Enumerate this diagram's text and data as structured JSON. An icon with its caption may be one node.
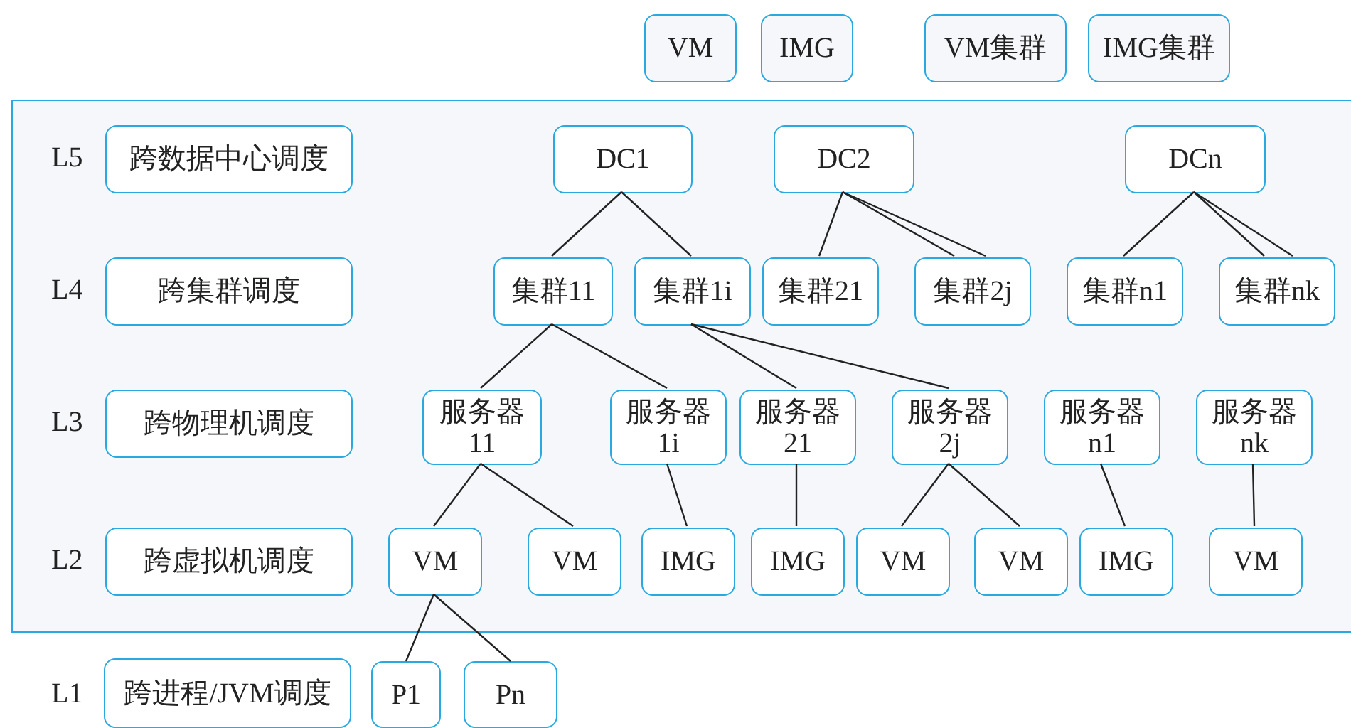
{
  "diagram": {
    "nodes": [
      {
        "text": [
          "VM"
        ]
      },
      {
        "text": [
          "IMG"
        ]
      },
      {
        "text": [
          "VM集群"
        ]
      },
      {
        "text": [
          "IMG集群"
        ]
      },
      {
        "text": [],
        "shape": "box"
      },
      {
        "text": [
          "跨数据中心调度"
        ],
        "in": 4,
        "beside": [
          "L5"
        ]
      },
      {
        "text": [
          "DC1"
        ],
        "in": 4
      },
      {
        "text": [
          "DC2"
        ],
        "in": 4
      },
      {
        "text": [
          "DCn"
        ],
        "in": 4
      },
      {
        "text": [
          "跨集群调度"
        ],
        "in": 4,
        "beside": [
          "L4"
        ]
      },
      {
        "text": [
          "集群11"
        ],
        "in": 4
      },
      {
        "text": [
          "集群1i"
        ],
        "in": 4
      },
      {
        "text": [
          "集群21"
        ],
        "in": 4
      },
      {
        "text": [
          "集群2j"
        ],
        "in": 4
      },
      {
        "text": [
          "集群n1"
        ],
        "in": 4
      },
      {
        "text": [
          "集群nk"
        ],
        "in": 4
      },
      {
        "text": [
          "跨物理机调度"
        ],
        "in": 4,
        "beside": [
          "L3"
        ]
      },
      {
        "text": [
          "服务器11"
        ],
        "in": 4
      },
      {
        "text": [
          "服务器1i"
        ],
        "in": 4
      },
      {
        "text": [
          "服务器21"
        ],
        "in": 4
      },
      {
        "text": [
          "服务器2j"
        ],
        "in": 4
      },
      {
        "text": [
          "服务器n1"
        ],
        "in": 4
      },
      {
        "text": [
          "服务器nk"
        ],
        "in": 4
      },
      {
        "text": [
          "跨虚拟机调度"
        ],
        "in": 4,
        "beside": [
          "L2"
        ]
      },
      {
        "text": [
          "VM"
        ],
        "in": 4
      },
      {
        "text": [
          "VM"
        ],
        "in": 4
      },
      {
        "text": [
          "IMG"
        ],
        "in": 4
      },
      {
        "text": [
          "IMG"
        ],
        "in": 4
      },
      {
        "text": [
          "VM"
        ],
        "in": 4
      },
      {
        "text": [
          "VM"
        ],
        "in": 4
      },
      {
        "text": [
          "IMG"
        ],
        "in": 4
      },
      {
        "text": [
          "VM"
        ],
        "in": 4
      },
      {
        "text": [
          "跨进程/JVM调度"
        ],
        "beside": [
          "L1"
        ]
      },
      {
        "text": [
          "P1"
        ]
      },
      {
        "text": [
          "Pn"
        ]
      }
    ],
    "edges": [
      {
        "from": 6,
        "to": 10,
        "arrow": "none"
      },
      {
        "from": 6,
        "to": 11,
        "arrow": "none"
      },
      {
        "from": 7,
        "to": 12,
        "arrow": "none"
      },
      {
        "from": 7,
        "to": 13,
        "arrow": "none"
      },
      {
        "from": 7,
        "to": 13,
        "arrow": "none"
      },
      {
        "from": 8,
        "to": 14,
        "arrow": "none"
      },
      {
        "from": 8,
        "to": 15,
        "arrow": "none"
      },
      {
        "from": 8,
        "to": 15,
        "arrow": "none"
      },
      {
        "from": 10,
        "to": 17,
        "arrow": "none"
      },
      {
        "from": 10,
        "to": 18,
        "arrow": "none"
      },
      {
        "from": 11,
        "to": 19,
        "arrow": "none"
      },
      {
        "from": 11,
        "to": 20,
        "arrow": "none"
      },
      {
        "from": 17,
        "to": 24,
        "arrow": "none"
      },
      {
        "from": 17,
        "to": 25,
        "arrow": "none"
      },
      {
        "from": 18,
        "to": 26,
        "arrow": "none"
      },
      {
        "from": 19,
        "to": 27,
        "arrow": "none"
      },
      {
        "from": 20,
        "to": 28,
        "arrow": "none"
      },
      {
        "from": 20,
        "to": 29,
        "arrow": "none"
      },
      {
        "from": 21,
        "to": 30,
        "arrow": "none"
      },
      {
        "from": 22,
        "to": 31,
        "arrow": "none"
      },
      {
        "from": 24,
        "to": 33,
        "arrow": "none"
      },
      {
        "from": 24,
        "to": 34,
        "arrow": "none"
      }
    ]
  }
}
